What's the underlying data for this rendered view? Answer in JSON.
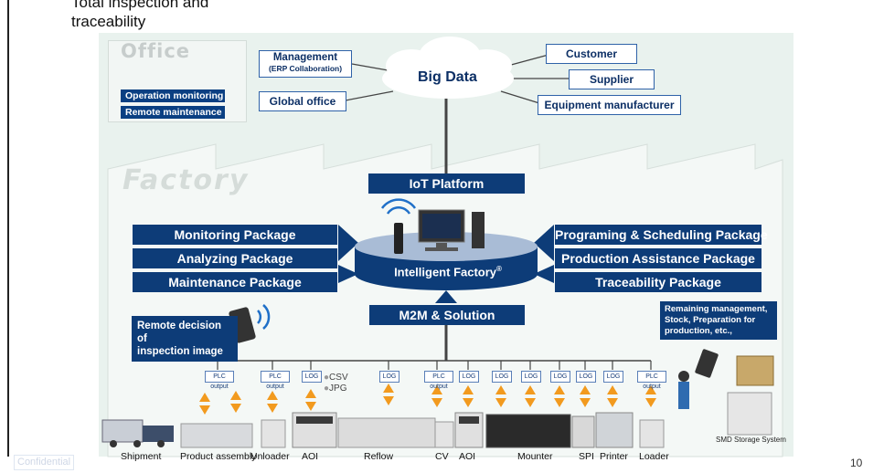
{
  "heading": {
    "line1": "Total inspection and",
    "line2": "traceability"
  },
  "office": {
    "title": "Office",
    "buttons": [
      "Operation monitoring",
      "Remote maintenance"
    ]
  },
  "cloud": {
    "label": "Big Data",
    "management": "Management",
    "management_sub": "(ERP Collaboration)",
    "global_office": "Global office",
    "customer": "Customer",
    "supplier": "Supplier",
    "equipment_manufacturer": "Equipment manufacturer"
  },
  "factory_label": "Factory",
  "iot_platform": "IoT Platform",
  "intelligent_factory": "Intelligent Factory",
  "intelligent_factory_mark": "®",
  "left_packages": [
    "Monitoring Package",
    "Analyzing Package",
    "Maintenance Package"
  ],
  "right_packages": [
    "Programing & Scheduling Package",
    "Production Assistance Package",
    "Traceability Package"
  ],
  "m2m": "M2M & Solution",
  "remote_decision": {
    "line1": "Remote decision of",
    "line2": "inspection image"
  },
  "remaining": {
    "line1": "Remaining management,",
    "line2": "Stock, Preparation for",
    "line3": "production, etc.,"
  },
  "tags": {
    "plc": "PLC output",
    "log": "LOG"
  },
  "legend": {
    "csv": "CSV",
    "jpg": "JPG"
  },
  "smd_storage": "SMD Storage System",
  "stations": [
    "Shipment",
    "Product assembly",
    "Unloader",
    "AOI",
    "Reflow",
    "CV",
    "AOI",
    "Mounter",
    "SPI",
    "Printer",
    "Loader"
  ],
  "footer": {
    "confidential": "Confidential",
    "page": "10"
  },
  "colors": {
    "navy": "#0d3c78",
    "orange": "#f29a1e",
    "background": "#e9f2ee"
  }
}
